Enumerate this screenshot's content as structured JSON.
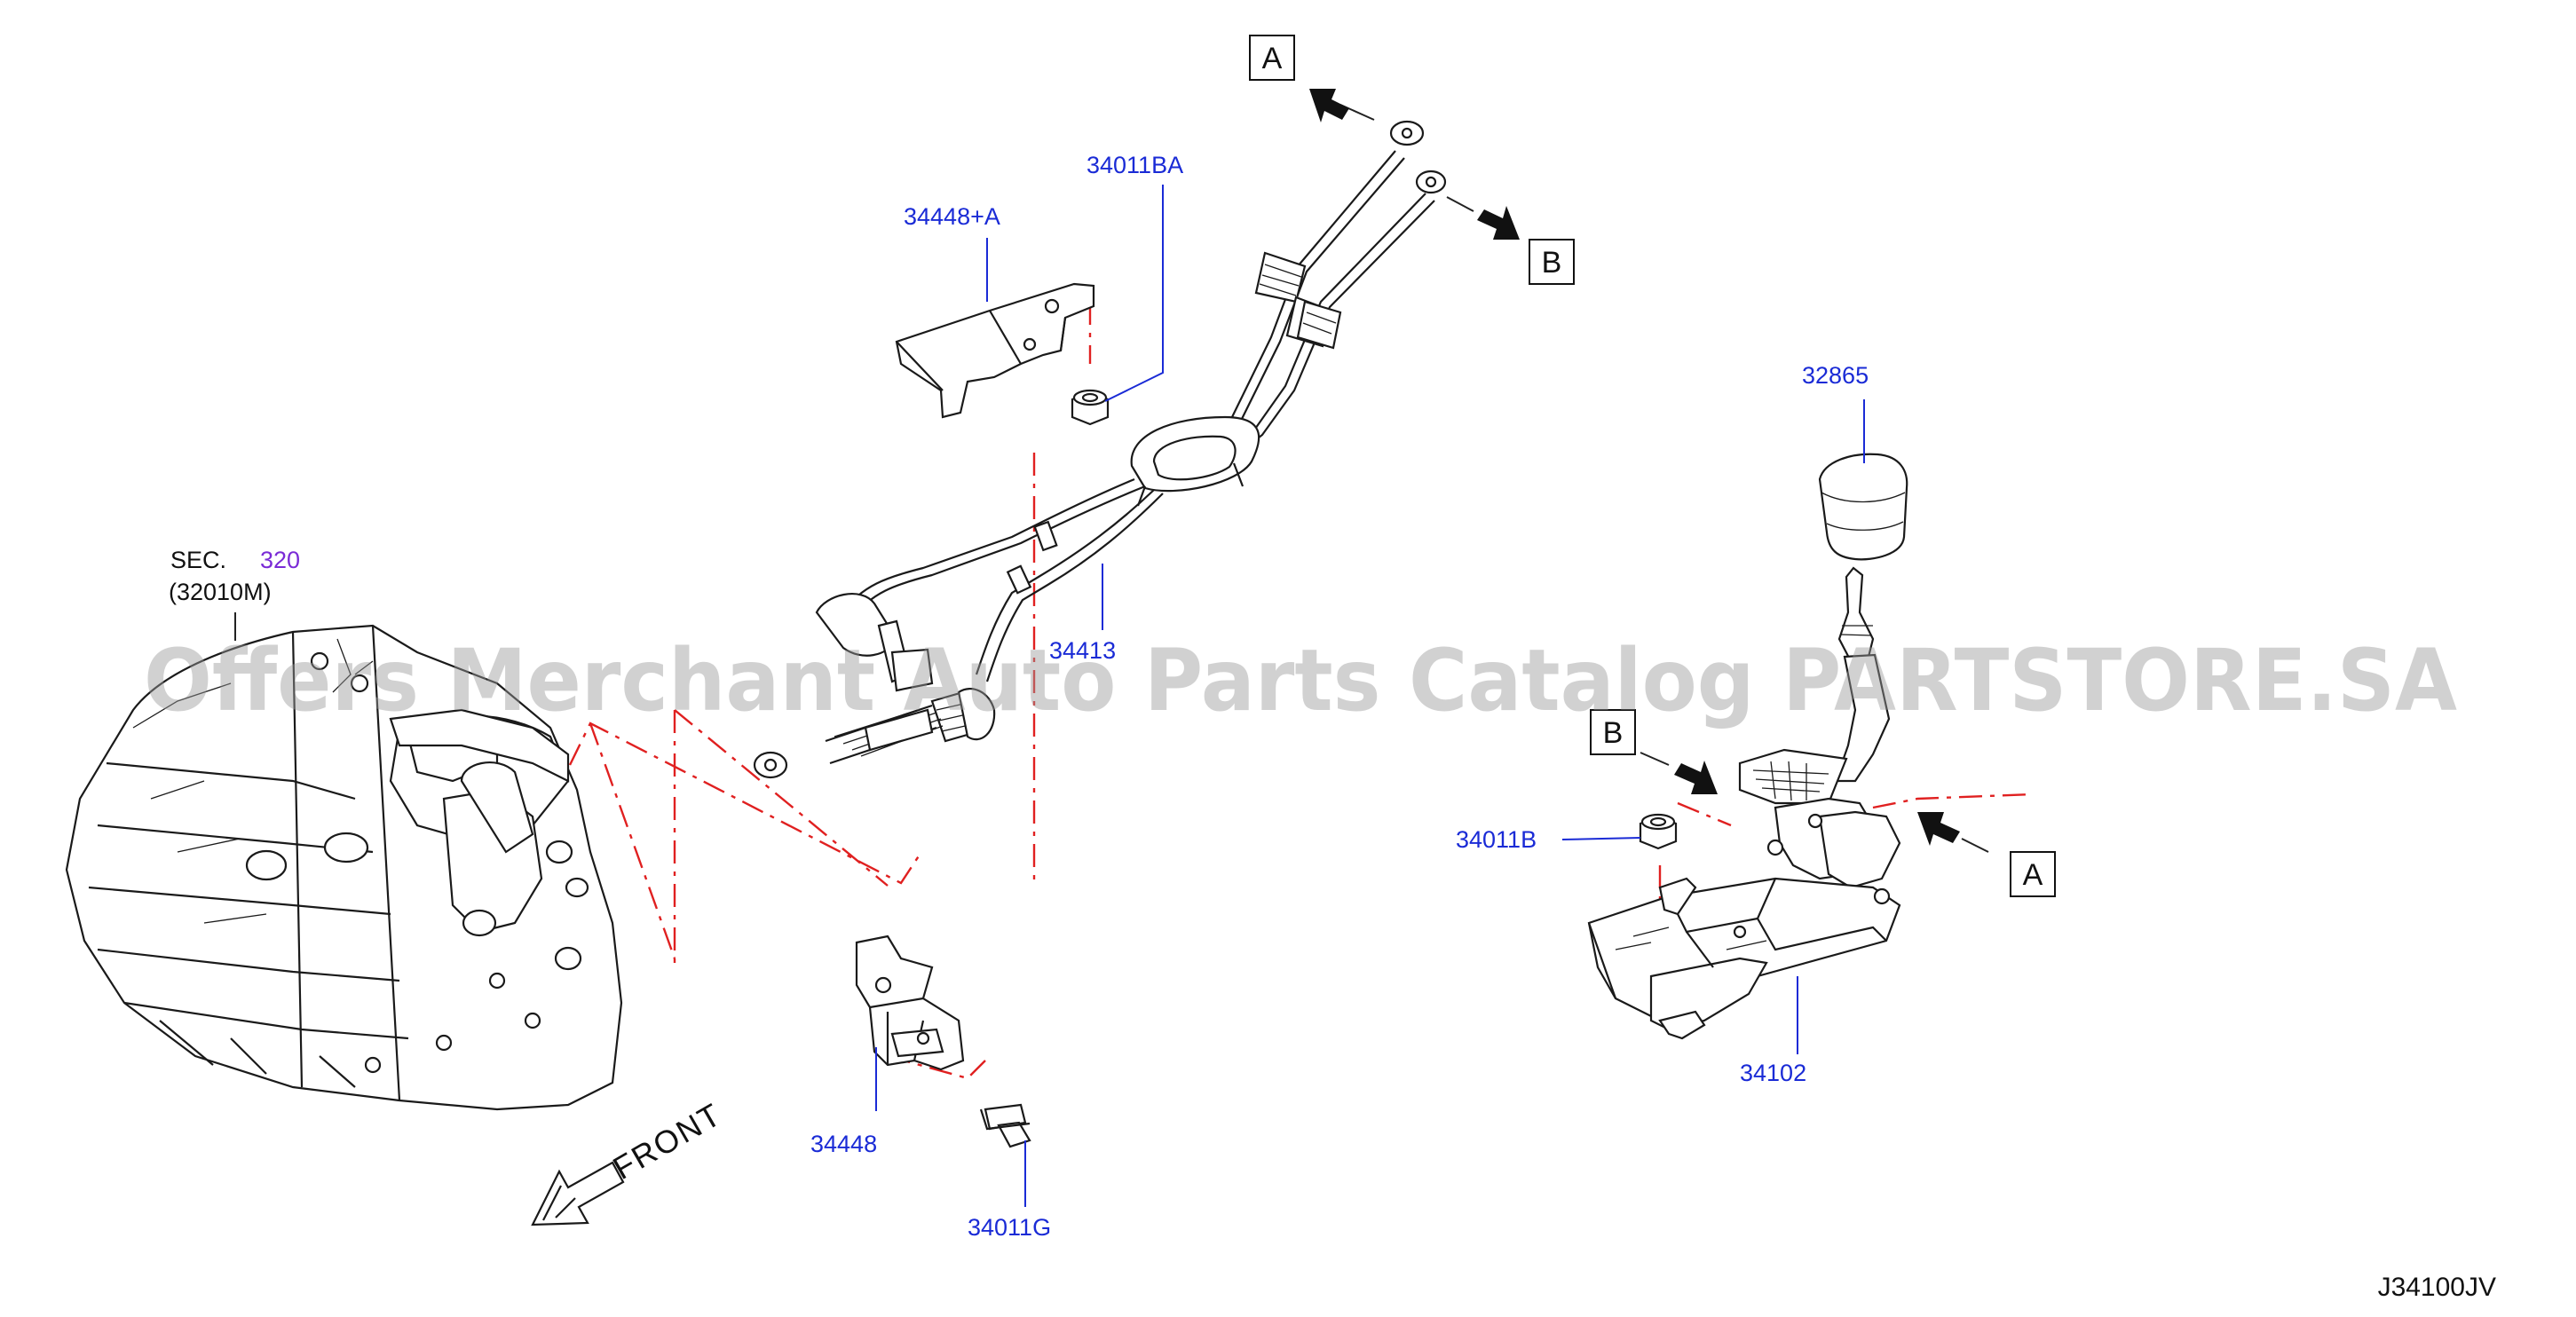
{
  "watermark": "Offers Merchant Auto Parts Catalog PARTSTORE.SA",
  "section_ref": {
    "prefix": "SEC.",
    "number": "320",
    "code": "(32010M)"
  },
  "parts": {
    "p34448A": "34448+A",
    "p34011BA": "34011BA",
    "p34413": "34413",
    "p32865": "32865",
    "p34011B": "34011B",
    "p34102": "34102",
    "p34448": "34448",
    "p34011G": "34011G"
  },
  "ref_boxes": {
    "a_top": "A",
    "b_top": "B",
    "b_shifter": "B",
    "a_shifter": "A"
  },
  "front_label": "FRONT",
  "diagram_code": "J34100JV",
  "colors": {
    "part_number": "#1a2bd6",
    "section_link": "#7a2bd6",
    "leader_dash": "#e02020"
  }
}
